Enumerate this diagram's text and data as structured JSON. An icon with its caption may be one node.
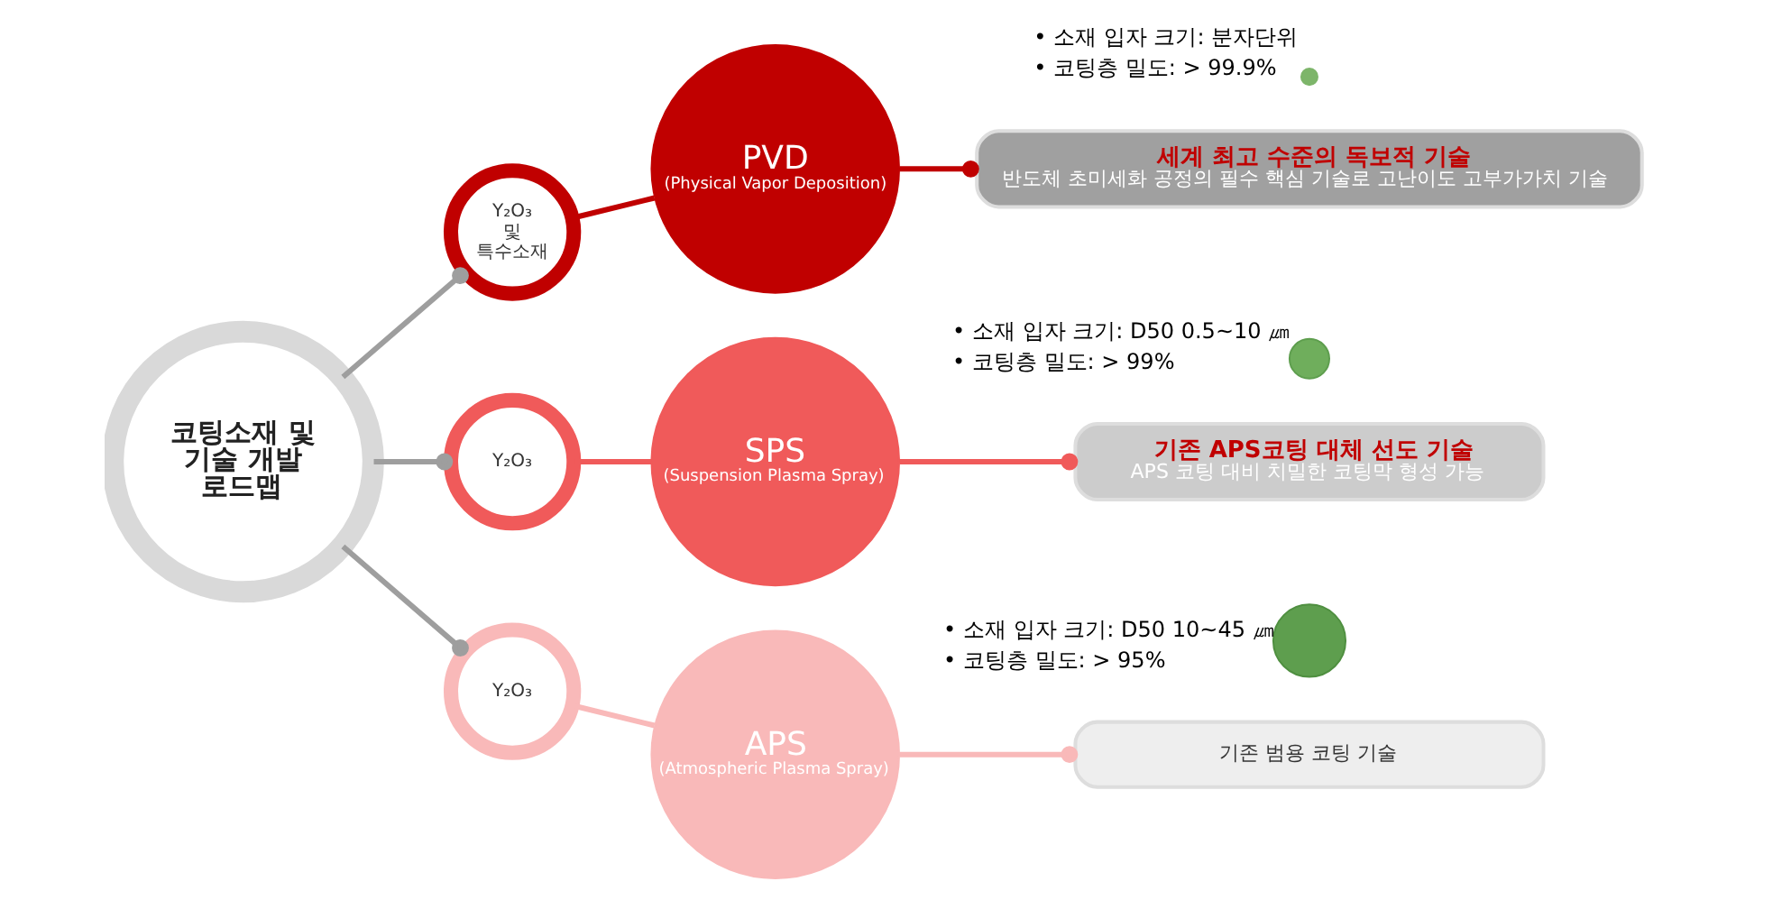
{
  "diagram": {
    "nodes": [
      {
        "text": [
          "코팅소재 및 기술 개발 로드맵"
        ]
      },
      {
        "text": [
          "Y₂O₃ 및 특수소재"
        ]
      },
      {
        "text": [
          "PVD",
          "(Physical Vapor Deposition)"
        ]
      },
      {
        "text": [],
        "shape": "circle",
        "beside": [
          "• 소재 입자 크기: 분자단위",
          "• 코팅층 밀도: > 99.9%"
        ]
      },
      {
        "text": [
          "세계 최고 수준의 독보적 기술",
          "반도체 초미세화 공정의 필수 핵심 기술로 고난이도 고부가가치 기술"
        ]
      },
      {
        "text": [
          "Y₂O₃"
        ]
      },
      {
        "text": [
          "SPS",
          "(Suspension Plasma Spray)"
        ]
      },
      {
        "text": [],
        "shape": "circle",
        "beside": [
          "• 소재 입자 크기: D50 0.5~10 ㎛",
          "• 코팅층 밀도: > 99%"
        ]
      },
      {
        "text": [
          "기존 APS코팅 대체 선도 기술",
          "APS 코팅 대비 치밀한 코팅막 형성 가능"
        ]
      },
      {
        "text": [
          "Y₂O₃"
        ]
      },
      {
        "text": [
          "APS",
          "(Atmospheric Plasma Spray)"
        ]
      },
      {
        "text": [],
        "shape": "circle",
        "beside": [
          "• 소재 입자 크기: D50 10~45 ㎛",
          "• 코팅층 밀도: > 95%"
        ]
      },
      {
        "text": [
          "기존 범용 코팅 기술"
        ]
      }
    ],
    "edges": [
      {
        "from": 0,
        "to": 1,
        "arrow": "other",
        "color": "#9e9e9e"
      },
      {
        "from": 1,
        "to": 2,
        "arrow": "none",
        "color": "#c00000"
      },
      {
        "from": 2,
        "to": 4,
        "arrow": "other",
        "color": "#c00000"
      },
      {
        "from": 0,
        "to": 5,
        "arrow": "other",
        "color": "#9e9e9e"
      },
      {
        "from": 5,
        "to": 6,
        "arrow": "none",
        "color": "#f05a5a"
      },
      {
        "from": 6,
        "to": 8,
        "arrow": "other",
        "color": "#f05a5a"
      },
      {
        "from": 0,
        "to": 9,
        "arrow": "other",
        "color": "#9e9e9e"
      },
      {
        "from": 9,
        "to": 10,
        "arrow": "none",
        "color": "#f9b9b9"
      },
      {
        "from": 10,
        "to": 12,
        "arrow": "other",
        "color": "#f9b9b9"
      }
    ]
  }
}
